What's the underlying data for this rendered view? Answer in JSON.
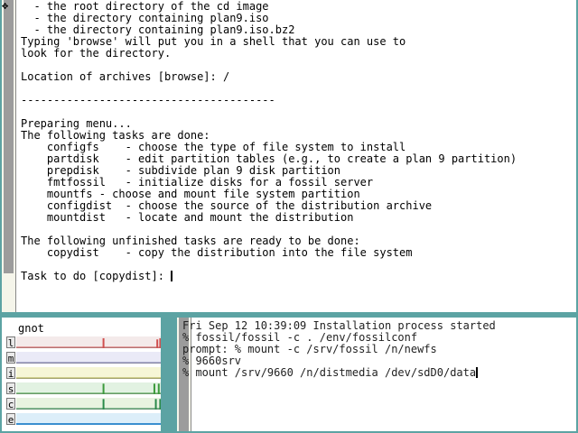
{
  "colors": {
    "desktop": "#5ca3a3",
    "load_plot": "#d05050",
    "sys_plot": "#3c9a3c",
    "ctx_plot": "#2a8a4a",
    "eth_plot": "#3a8fd0"
  },
  "main_window": {
    "lines": [
      "  - the root directory of the cd image",
      "  - the directory containing plan9.iso",
      "  - the directory containing plan9.iso.bz2",
      "Typing 'browse' will put you in a shell that you can use to",
      "look for the directory.",
      "",
      "Location of archives [browse]: /",
      "",
      "---------------------------------------",
      "",
      "Preparing menu...",
      "The following tasks are done:",
      "    configfs    - choose the type of file system to install",
      "    partdisk    - edit partition tables (e.g., to create a plan 9 partition)",
      "    prepdisk    - subdivide plan 9 disk partition",
      "    fmtfossil   - initialize disks for a fossil server",
      "    mountfs - choose and mount file system partition",
      "    configdist  - choose the source of the distribution archive",
      "    mountdist   - locate and mount the distribution",
      "",
      "The following unfinished tasks are ready to be done:",
      "    copydist    - copy the distribution into the file system",
      "",
      "Task to do [copydist]: "
    ],
    "scroll": {
      "thumb_start": 0.0,
      "thumb_end": 0.87
    }
  },
  "stats_window": {
    "name": "gnot",
    "rows": [
      {
        "label": "l",
        "plot": "load",
        "spikes": [
          {
            "at": 0.6,
            "level": 0.85
          },
          {
            "at": 0.97,
            "level": 0.75
          },
          {
            "at": 0.99,
            "level": 0.85
          }
        ]
      },
      {
        "label": "m",
        "plot": "mem",
        "spikes": []
      },
      {
        "label": "i",
        "plot": "intr",
        "spikes": []
      },
      {
        "label": "s",
        "plot": "sys",
        "spikes": [
          {
            "at": 0.6,
            "level": 0.9
          },
          {
            "at": 0.95,
            "level": 0.9
          },
          {
            "at": 0.98,
            "level": 0.9
          }
        ]
      },
      {
        "label": "c",
        "plot": "ctx",
        "spikes": [
          {
            "at": 0.6,
            "level": 0.9
          },
          {
            "at": 0.96,
            "level": 0.9
          },
          {
            "at": 0.99,
            "level": 0.9
          }
        ]
      },
      {
        "label": "e",
        "plot": "eth",
        "spikes": []
      }
    ]
  },
  "log_window": {
    "lines": [
      "Fri Sep 12 10:39:09 Installation process started",
      "% fossil/fossil -c . /env/fossilconf",
      "prompt: % mount -c /srv/fossil /n/newfs",
      "% 9660srv",
      "% mount /srv/9660 /n/distmedia /dev/sdD0/data"
    ],
    "scroll": {
      "thumb_start": 0.0,
      "thumb_end": 1.0
    }
  }
}
